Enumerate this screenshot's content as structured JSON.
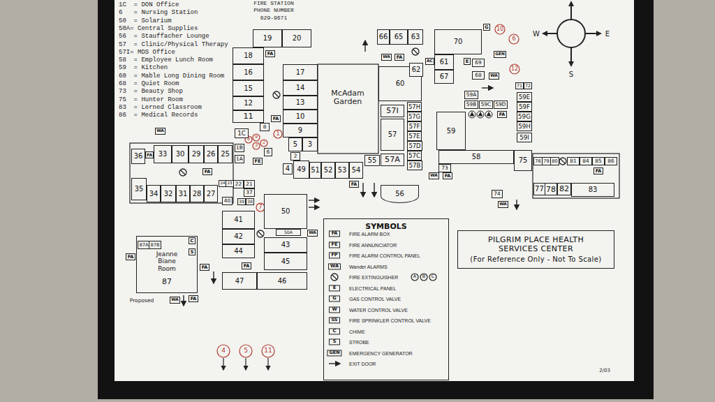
{
  "diagram": {
    "nodes": [
      {
        "text": [
          "19"
        ]
      },
      {
        "text": [
          "20"
        ]
      },
      {
        "text": [
          "18"
        ]
      },
      {
        "text": [
          "16"
        ]
      },
      {
        "text": [
          "15"
        ]
      },
      {
        "text": [
          "12"
        ]
      },
      {
        "text": [
          "11"
        ]
      },
      {
        "text": [
          "8"
        ]
      },
      {
        "text": [
          "1C"
        ]
      },
      {
        "text": [
          "1B"
        ]
      },
      {
        "text": [
          "1A"
        ]
      },
      {
        "text": [
          "6"
        ]
      },
      {
        "text": [
          "17"
        ]
      },
      {
        "text": [
          "14"
        ]
      },
      {
        "text": [
          "13"
        ]
      },
      {
        "text": [
          "10"
        ]
      },
      {
        "text": [
          "9"
        ]
      },
      {
        "text": [
          "5"
        ]
      },
      {
        "text": [
          "3"
        ]
      },
      {
        "text": [
          "2"
        ]
      },
      {
        "text": [
          "4"
        ]
      },
      {
        "text": [
          "49"
        ]
      },
      {
        "text": [
          "51"
        ]
      },
      {
        "text": [
          "52"
        ]
      },
      {
        "text": [
          "53"
        ]
      },
      {
        "text": [
          "54"
        ]
      },
      {
        "text": [
          "55"
        ]
      },
      {
        "text": [
          "56"
        ]
      },
      {
        "text": [
          "60"
        ]
      },
      {
        "text": [
          "57I"
        ]
      },
      {
        "text": [
          "57"
        ]
      },
      {
        "text": [
          "57A"
        ]
      },
      {
        "text": [
          "57H"
        ]
      },
      {
        "text": [
          "57G"
        ]
      },
      {
        "text": [
          "57F"
        ]
      },
      {
        "text": [
          "57E"
        ]
      },
      {
        "text": [
          "57D"
        ]
      },
      {
        "text": [
          "57C"
        ]
      },
      {
        "text": [
          "57B"
        ]
      },
      {
        "text": [
          "66"
        ]
      },
      {
        "text": [
          "65"
        ]
      },
      {
        "text": [
          "63"
        ]
      },
      {
        "text": [
          "62"
        ]
      },
      {
        "text": [
          "70"
        ]
      },
      {
        "text": [
          "61"
        ]
      },
      {
        "text": [
          "67"
        ]
      },
      {
        "text": [
          "69"
        ]
      },
      {
        "text": [
          "68"
        ]
      },
      {
        "text": [
          "59A"
        ]
      },
      {
        "text": [
          "59B"
        ]
      },
      {
        "text": [
          "59C"
        ]
      },
      {
        "text": [
          "59D"
        ]
      },
      {
        "text": [
          "59E"
        ]
      },
      {
        "text": [
          "59F"
        ]
      },
      {
        "text": [
          "59G"
        ]
      },
      {
        "text": [
          "59H"
        ]
      },
      {
        "text": [
          "59I"
        ]
      },
      {
        "text": [
          "71"
        ]
      },
      {
        "text": [
          "72"
        ]
      },
      {
        "text": [
          "59"
        ]
      },
      {
        "text": [
          "58"
        ]
      },
      {
        "text": [
          "73"
        ]
      },
      {
        "text": [
          "75"
        ]
      },
      {
        "text": [
          "76"
        ]
      },
      {
        "text": [
          "79"
        ]
      },
      {
        "text": [
          "80"
        ]
      },
      {
        "text": [
          "81"
        ]
      },
      {
        "text": [
          "84"
        ]
      },
      {
        "text": [
          "85"
        ]
      },
      {
        "text": [
          "86"
        ]
      },
      {
        "text": [
          "77"
        ]
      },
      {
        "text": [
          "78"
        ]
      },
      {
        "text": [
          "82"
        ]
      },
      {
        "text": [
          "83"
        ]
      },
      {
        "text": [
          "74"
        ]
      },
      {
        "text": [
          "36"
        ]
      },
      {
        "text": [
          "33"
        ]
      },
      {
        "text": [
          "30"
        ]
      },
      {
        "text": [
          "29"
        ]
      },
      {
        "text": [
          "26"
        ]
      },
      {
        "text": [
          "25"
        ]
      },
      {
        "text": [
          "35"
        ]
      },
      {
        "text": [
          "34"
        ]
      },
      {
        "text": [
          "32"
        ]
      },
      {
        "text": [
          "31"
        ]
      },
      {
        "text": [
          "28"
        ]
      },
      {
        "text": [
          "27"
        ]
      },
      {
        "text": [
          "24"
        ]
      },
      {
        "text": [
          "23"
        ]
      },
      {
        "text": [
          "22"
        ]
      },
      {
        "text": [
          "21"
        ]
      },
      {
        "text": [
          "37"
        ]
      },
      {
        "text": [
          "40"
        ]
      },
      {
        "text": [
          "39"
        ]
      },
      {
        "text": [
          "38"
        ]
      },
      {
        "text": [
          "41"
        ]
      },
      {
        "text": [
          "42"
        ]
      },
      {
        "text": [
          "44"
        ]
      },
      {
        "text": [
          "50"
        ]
      },
      {
        "text": [
          "50A"
        ]
      },
      {
        "text": [
          "43"
        ]
      },
      {
        "text": [
          "45"
        ]
      },
      {
        "text": [
          "47"
        ]
      },
      {
        "text": [
          "46"
        ]
      },
      {
        "text": [
          "Jeanne Biane Room",
          "87"
        ]
      },
      {
        "text": [
          "87A"
        ],
        "in": 104
      },
      {
        "text": [
          "87B"
        ],
        "in": 104
      },
      {
        "text": [
          "SYMBOLS"
        ]
      },
      {
        "text": [
          "PILGRIM PLACE HEALTH SERVICES CENTER",
          "(For Reference Only - Not To Scale)"
        ]
      },
      {
        "text": [
          "FA"
        ]
      },
      {
        "text": [
          "FA"
        ]
      },
      {
        "text": [
          "WA"
        ]
      },
      {
        "text": [
          "FA"
        ]
      },
      {
        "text": [
          "FA"
        ]
      },
      {
        "text": [
          "WA"
        ]
      },
      {
        "text": [
          "FA"
        ]
      },
      {
        "text": [
          "AC"
        ]
      },
      {
        "text": [
          "E"
        ]
      },
      {
        "text": [
          "GEN"
        ]
      },
      {
        "text": [
          "G"
        ]
      },
      {
        "text": [
          "WA"
        ]
      },
      {
        "text": [
          "FA"
        ]
      },
      {
        "text": [
          "FA"
        ]
      },
      {
        "text": [
          "WA"
        ]
      },
      {
        "text": [
          "FA"
        ]
      },
      {
        "text": [
          "FA"
        ]
      },
      {
        "text": [
          "WA"
        ]
      },
      {
        "text": [
          "WA"
        ]
      },
      {
        "text": [
          "C"
        ],
        "in": 104
      },
      {
        "text": [
          "S"
        ],
        "in": 104
      },
      {
        "text": [
          "FA"
        ]
      },
      {
        "text": [
          "FA"
        ]
      },
      {
        "text": [
          "FA"
        ]
      },
      {
        "text": [
          "FE"
        ]
      },
      {
        "text": [
          "FA"
        ]
      },
      {
        "text": [
          "WA"
        ]
      }
    ],
    "labels": [
      "1C  = DON Office",
      "6   = Nursing Station",
      "50  = Solarium",
      "50A= Central Supplies",
      "56  = Stauffacher Lounge",
      "57  = Clinic/Physical Therapy",
      "57I= MDS Office",
      "58  = Employee Lunch Room",
      "59  = Kitchen",
      "60  = Mable Long Dining Room",
      "68  = Quiet Room",
      "73  = Beauty Shop",
      "75  = Hunter Room",
      "83  = Lerned Classroom",
      "86  = Medical Records",
      "FIRE STATION",
      "PHONE NUMBER",
      "629-9671",
      "W",
      "E",
      "S",
      "McAdam Garden",
      "Proposed",
      "2/03",
      "1",
      "8",
      "9",
      "3",
      "2",
      "7",
      "10",
      "6",
      "12",
      "4",
      "5",
      "11",
      "FA",
      "FE",
      "FP",
      "WA",
      "A",
      "B",
      "C",
      "E",
      "G",
      "W",
      "SS",
      "C",
      "S",
      "GEN"
    ],
    "legend": [
      {
        "text": "FIRE ALARM BOX"
      },
      {
        "text": "FIRE ANNUNCIATOR"
      },
      {
        "text": "FIRE ALARM CONTROL PANEL"
      },
      {
        "text": "Wander ALARMS"
      },
      {
        "text": "FIRE EXTINGUISHER"
      },
      {
        "text": "ELECTRICAL PANEL"
      },
      {
        "text": "GAS CONTROL VALVE"
      },
      {
        "text": "WATER CONTROL VALVE"
      },
      {
        "text": "FIRE SPRINKLER CONTROL VALVE"
      },
      {
        "text": "CHIME"
      },
      {
        "text": "STROBE"
      },
      {
        "text": "EMERGENCY GENERATOR"
      },
      {
        "text": "EXIT DOOR"
      }
    ]
  }
}
